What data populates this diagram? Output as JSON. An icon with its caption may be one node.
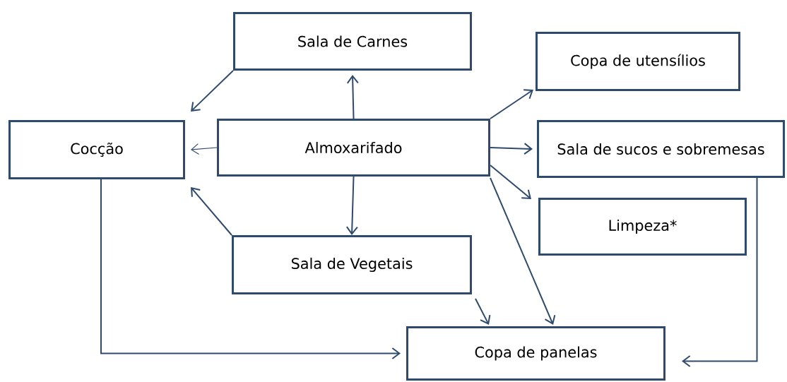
{
  "diagram": {
    "nodes": [
      {
        "text": [
          "Sala de Carnes"
        ]
      },
      {
        "text": [
          "Copa de utensílios"
        ]
      },
      {
        "text": [
          "Cocção"
        ]
      },
      {
        "text": [
          "Almoxarifado"
        ]
      },
      {
        "text": [
          "Sala de sucos e sobremesas"
        ]
      },
      {
        "text": [
          "Limpeza*"
        ]
      },
      {
        "text": [
          "Sala de Vegetais"
        ]
      },
      {
        "text": [
          "Copa de panelas"
        ]
      }
    ],
    "edges": [
      {
        "from": 3,
        "to": 0,
        "arrow": "to"
      },
      {
        "from": 0,
        "to": 2,
        "arrow": "to"
      },
      {
        "from": 3,
        "to": 2,
        "arrow": "to"
      },
      {
        "from": 6,
        "to": 2,
        "arrow": "to"
      },
      {
        "from": 3,
        "to": 6,
        "arrow": "to"
      },
      {
        "from": 3,
        "to": 1,
        "arrow": "to"
      },
      {
        "from": 3,
        "to": 4,
        "arrow": "to"
      },
      {
        "from": 3,
        "to": 5,
        "arrow": "to"
      },
      {
        "from": 3,
        "to": 7,
        "arrow": "to"
      },
      {
        "from": 6,
        "to": 7,
        "arrow": "to"
      },
      {
        "from": 2,
        "to": 7,
        "arrow": "to"
      },
      {
        "from": 4,
        "to": 7,
        "arrow": "to"
      }
    ]
  }
}
